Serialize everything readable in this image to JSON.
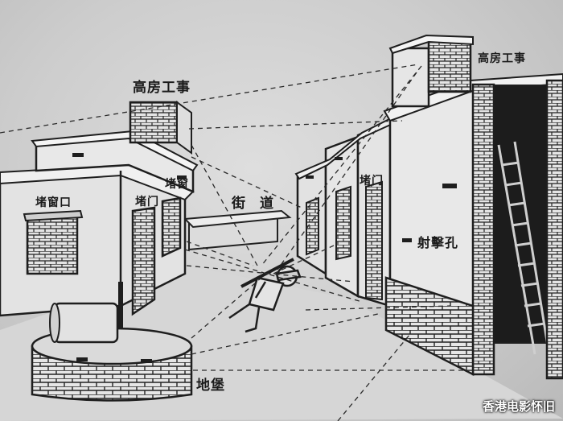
{
  "labels": {
    "tall_tower_left": "高房工事",
    "tall_tower_right": "高房工事",
    "blocked_window": "堵窗口",
    "blocked_door_left": "堵门",
    "blocked_window_2": "堵窗",
    "street": "街道",
    "blocked_door_right": "堵门",
    "firing_hole": "射擊孔",
    "bunker": "地堡"
  },
  "watermark": "香港电影怀旧"
}
